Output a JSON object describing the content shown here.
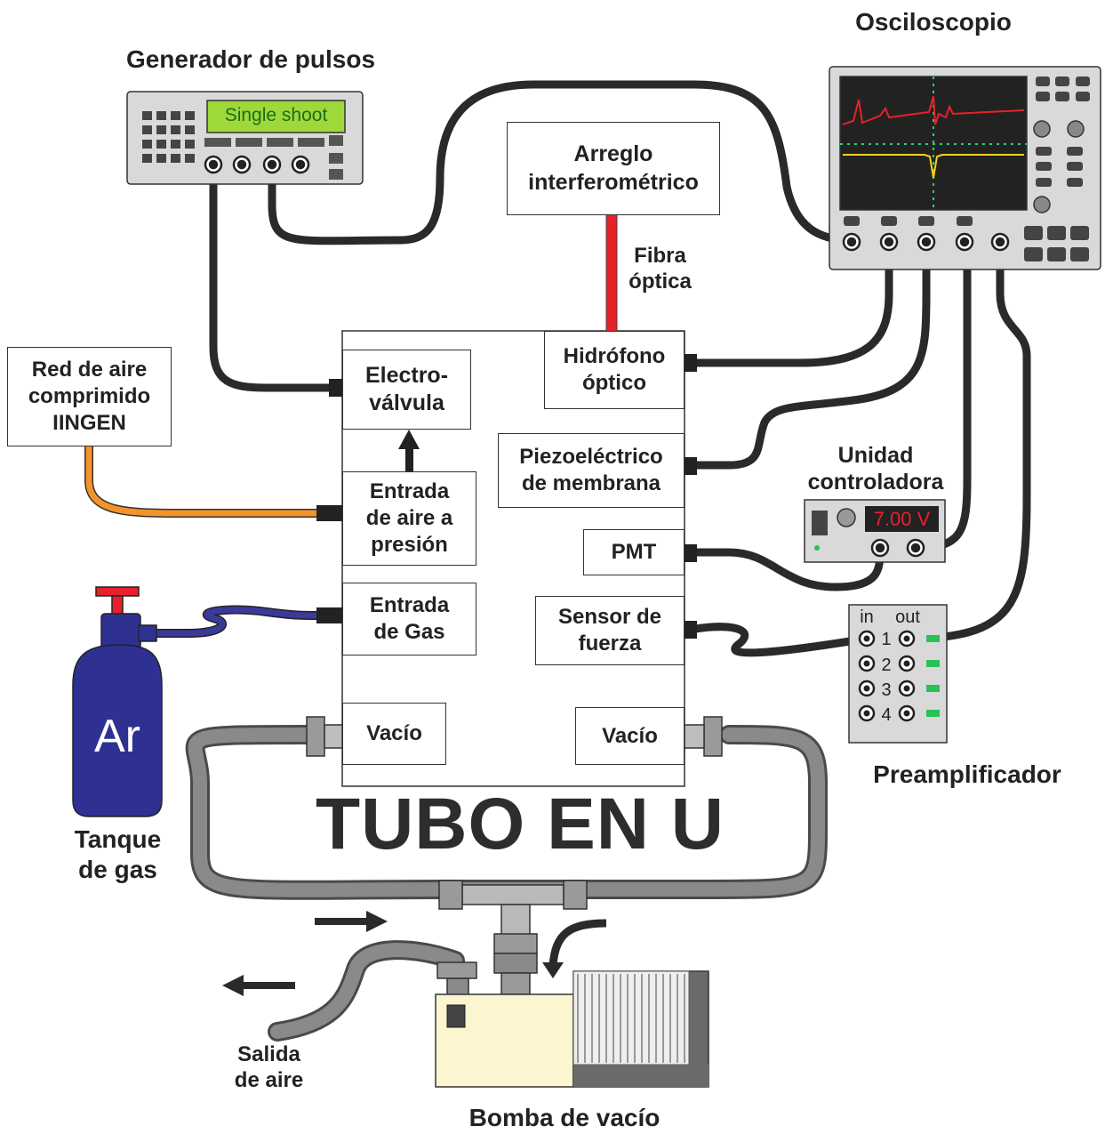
{
  "devices": {
    "pulse_generator": {
      "title": "Generador de pulsos",
      "display": "Single shoot"
    },
    "oscilloscope": {
      "title": "Osciloscopio"
    },
    "interferometer": {
      "line1": "Arreglo",
      "line2": "interferométrico"
    },
    "fiber": {
      "line1": "Fibra",
      "line2": "óptica"
    },
    "compressed_air": {
      "line1": "Red de aire",
      "line2": "comprimido",
      "line3": "IINGEN"
    },
    "controller": {
      "title_line1": "Unidad",
      "title_line2": "controladora",
      "display": "7.00 V"
    },
    "preamp": {
      "title": "Preamplificador",
      "in_label": "in",
      "out_label": "out",
      "channels": [
        "1",
        "2",
        "3",
        "4"
      ]
    },
    "gas_tank": {
      "symbol": "Ar",
      "title_line1": "Tanque",
      "title_line2": "de gas"
    },
    "vacuum_pump": {
      "title": "Bomba de vacío"
    },
    "air_out": {
      "line1": "Salida",
      "line2": "de aire"
    }
  },
  "tube": {
    "title": "TUBO EN U",
    "left_ports": [
      {
        "line1": "Electro-",
        "line2": "válvula"
      },
      {
        "line1": "Entrada",
        "line2": "de aire a",
        "line3": "presión"
      },
      {
        "line1": "Entrada",
        "line2": "de Gas"
      },
      {
        "line1": "Vacío"
      }
    ],
    "right_ports": [
      {
        "line1": "Hidrófono",
        "line2": "óptico"
      },
      {
        "line1": "Piezoeléctrico",
        "line2": "de membrana"
      },
      {
        "line1": "PMT"
      },
      {
        "line1": "Sensor de",
        "line2": "fuerza"
      },
      {
        "line1": "Vacío"
      }
    ]
  },
  "colors": {
    "cable": "#2a2a2a",
    "fiber": "#e8202a",
    "air_hose": "#f5922a",
    "gas_hose": "#3a3a9a",
    "vacuum_hose": "#7a7a7a",
    "tank": "#2e3192",
    "display_green": "#9fd83a",
    "display_red": "#e8202a",
    "pump_body": "#fbf5d0"
  }
}
